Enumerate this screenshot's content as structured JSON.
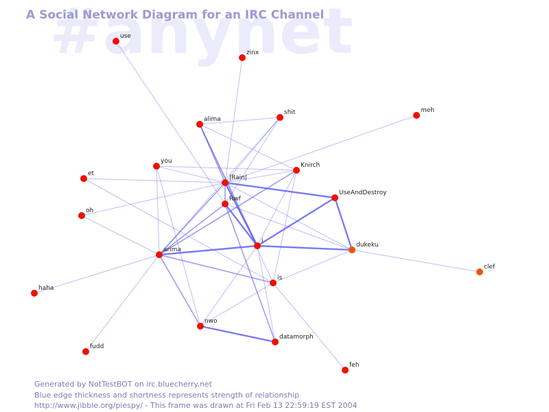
{
  "header": {
    "title": "A Social Network Diagram for an IRC Channel",
    "watermark": "#anynet"
  },
  "colors": {
    "edge": "#5a5aee",
    "node": "#ee1100",
    "node_alt": "#ee5500",
    "label": "#222222",
    "title": "#9a9ad4",
    "footer": "#7c7cb4"
  },
  "nodes": [
    {
      "id": "use",
      "label": "use"
    },
    {
      "id": "zinx",
      "label": "zinx"
    },
    {
      "id": "meh",
      "label": "meh"
    },
    {
      "id": "alima",
      "label": "alima"
    },
    {
      "id": "shit",
      "label": "shit"
    },
    {
      "id": "you",
      "label": "you"
    },
    {
      "id": "knirch",
      "label": "Knirch"
    },
    {
      "id": "et",
      "label": "et"
    },
    {
      "id": "rain",
      "label": "|Rain|"
    },
    {
      "id": "useanddestroy",
      "label": "UseAndDestroy"
    },
    {
      "id": "rwf",
      "label": "Rwf"
    },
    {
      "id": "oh",
      "label": "oh"
    },
    {
      "id": "i",
      "label": "i"
    },
    {
      "id": "dukeku",
      "label": "dukeku",
      "alt": true
    },
    {
      "id": "arima",
      "label": "arima"
    },
    {
      "id": "clef",
      "label": "clef",
      "alt": true
    },
    {
      "id": "is",
      "label": "is"
    },
    {
      "id": "haha",
      "label": "haha"
    },
    {
      "id": "nwo",
      "label": "nwo"
    },
    {
      "id": "datamorph",
      "label": "datamorph"
    },
    {
      "id": "fudd",
      "label": "fudd"
    },
    {
      "id": "feh",
      "label": "feh"
    }
  ],
  "edges": [
    {
      "source": "use",
      "target": "rwf",
      "weight": 1
    },
    {
      "source": "zinx",
      "target": "rain",
      "weight": 1
    },
    {
      "source": "meh",
      "target": "rain",
      "weight": 1
    },
    {
      "source": "alima",
      "target": "shit",
      "weight": 1
    },
    {
      "source": "alima",
      "target": "knirch",
      "weight": 1
    },
    {
      "source": "alima",
      "target": "rain",
      "weight": 2
    },
    {
      "source": "alima",
      "target": "i",
      "weight": 2
    },
    {
      "source": "alima",
      "target": "is",
      "weight": 1
    },
    {
      "source": "shit",
      "target": "rwf",
      "weight": 1
    },
    {
      "source": "shit",
      "target": "arima",
      "weight": 1
    },
    {
      "source": "shit",
      "target": "rain",
      "weight": 1
    },
    {
      "source": "you",
      "target": "knirch",
      "weight": 1
    },
    {
      "source": "you",
      "target": "rain",
      "weight": 1
    },
    {
      "source": "you",
      "target": "nwo",
      "weight": 1
    },
    {
      "source": "you",
      "target": "arima",
      "weight": 1
    },
    {
      "source": "knirch",
      "target": "rain",
      "weight": 1
    },
    {
      "source": "knirch",
      "target": "arima",
      "weight": 2
    },
    {
      "source": "knirch",
      "target": "is",
      "weight": 1
    },
    {
      "source": "knirch",
      "target": "i",
      "weight": 1
    },
    {
      "source": "et",
      "target": "rain",
      "weight": 1
    },
    {
      "source": "et",
      "target": "is",
      "weight": 1
    },
    {
      "source": "oh",
      "target": "rain",
      "weight": 1
    },
    {
      "source": "oh",
      "target": "arima",
      "weight": 1
    },
    {
      "source": "rain",
      "target": "useanddestroy",
      "weight": 3
    },
    {
      "source": "rain",
      "target": "i",
      "weight": 3
    },
    {
      "source": "rain",
      "target": "rwf",
      "weight": 2
    },
    {
      "source": "rain",
      "target": "arima",
      "weight": 2
    },
    {
      "source": "rain",
      "target": "dukeku",
      "weight": 1
    },
    {
      "source": "rwf",
      "target": "i",
      "weight": 3
    },
    {
      "source": "rwf",
      "target": "arima",
      "weight": 2
    },
    {
      "source": "rwf",
      "target": "dukeku",
      "weight": 1
    },
    {
      "source": "rwf",
      "target": "datamorph",
      "weight": 2
    },
    {
      "source": "i",
      "target": "useanddestroy",
      "weight": 3
    },
    {
      "source": "i",
      "target": "dukeku",
      "weight": 3
    },
    {
      "source": "i",
      "target": "arima",
      "weight": 3
    },
    {
      "source": "i",
      "target": "nwo",
      "weight": 1
    },
    {
      "source": "i",
      "target": "datamorph",
      "weight": 1
    },
    {
      "source": "useanddestroy",
      "target": "dukeku",
      "weight": 3
    },
    {
      "source": "dukeku",
      "target": "clef",
      "weight": 1
    },
    {
      "source": "dukeku",
      "target": "is",
      "weight": 1
    },
    {
      "source": "arima",
      "target": "is",
      "weight": 2
    },
    {
      "source": "arima",
      "target": "haha",
      "weight": 1
    },
    {
      "source": "arima",
      "target": "fudd",
      "weight": 1
    },
    {
      "source": "arima",
      "target": "nwo",
      "weight": 2
    },
    {
      "source": "is",
      "target": "nwo",
      "weight": 1
    },
    {
      "source": "is",
      "target": "feh",
      "weight": 1
    },
    {
      "source": "nwo",
      "target": "datamorph",
      "weight": 3
    }
  ],
  "footer": {
    "line1": "Generated by NotTestBOT on irc.bluecherry.net",
    "line2": "Blue edge thickness and shortness represents strength of relationship",
    "line3": "http://www.jibble.org/piespy/ - This frame was drawn at Fri Feb 13 22:59:19 EST 2004"
  }
}
